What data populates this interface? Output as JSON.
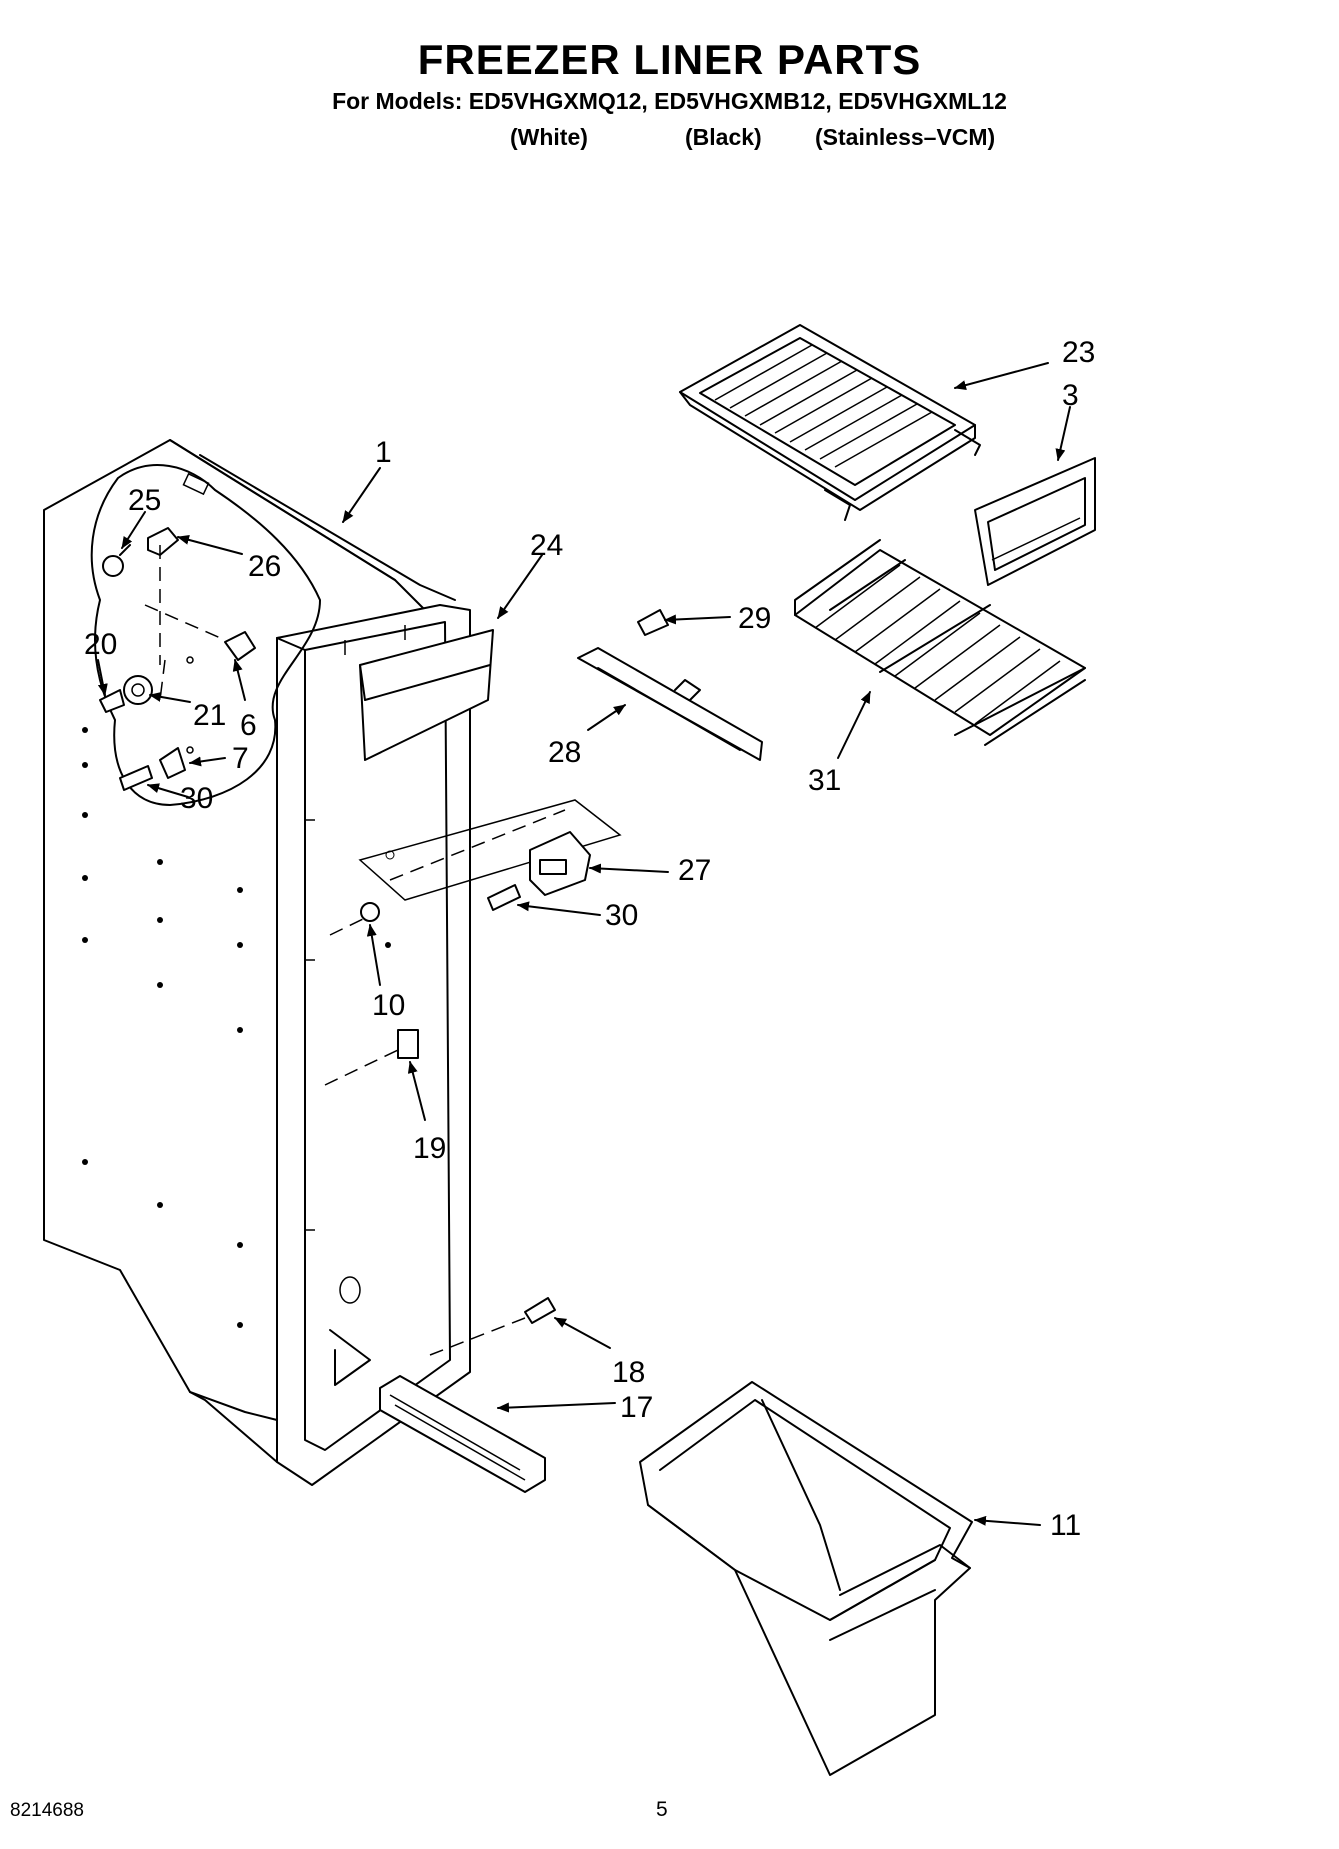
{
  "header": {
    "title": "FREEZER LINER PARTS",
    "models_line": "For Models: ED5VHGXMQ12, ED5VHGXMB12, ED5VHGXML12",
    "variants": [
      "(White)",
      "(Black)",
      "(Stainless–VCM)"
    ]
  },
  "callouts": {
    "c1": "1",
    "c3": "3",
    "c6": "6",
    "c7": "7",
    "c10": "10",
    "c11": "11",
    "c17": "17",
    "c18": "18",
    "c19": "19",
    "c20": "20",
    "c21": "21",
    "c23": "23",
    "c24": "24",
    "c25": "25",
    "c26": "26",
    "c27": "27",
    "c28": "28",
    "c29": "29",
    "c30a": "30",
    "c30b": "30",
    "c31": "31"
  },
  "footer": {
    "doc_number": "8214688",
    "page": "5"
  }
}
